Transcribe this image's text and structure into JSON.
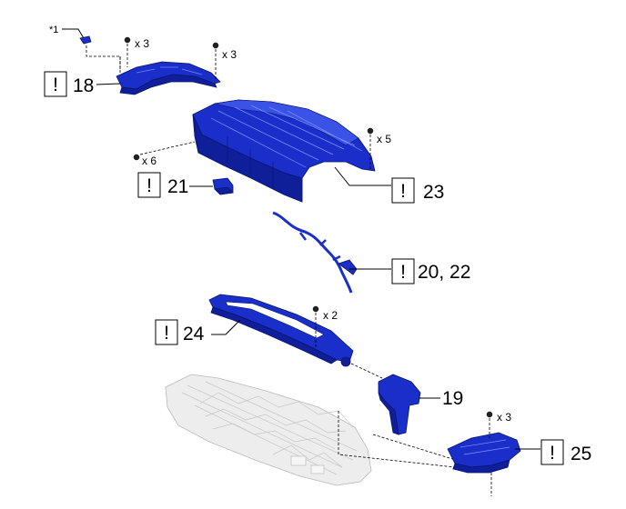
{
  "reference_mark": "*1",
  "callouts": {
    "c18": {
      "number": "18",
      "caution": "!"
    },
    "c21": {
      "number": "21",
      "caution": "!"
    },
    "c23": {
      "number": "23",
      "caution": "!"
    },
    "c20_22": {
      "number": "20, 22",
      "caution": "!"
    },
    "c24": {
      "number": "24",
      "caution": "!"
    },
    "c19": {
      "number": "19"
    },
    "c25": {
      "number": "25",
      "caution": "!"
    }
  },
  "quantities": {
    "q18a": "x 3",
    "q18b": "x 3",
    "q23": "x 5",
    "q21": "x 6",
    "q24": "x 2",
    "q25": "x 3"
  },
  "colors": {
    "part": "#1a2fc9",
    "ghost_part": "#ededed"
  }
}
